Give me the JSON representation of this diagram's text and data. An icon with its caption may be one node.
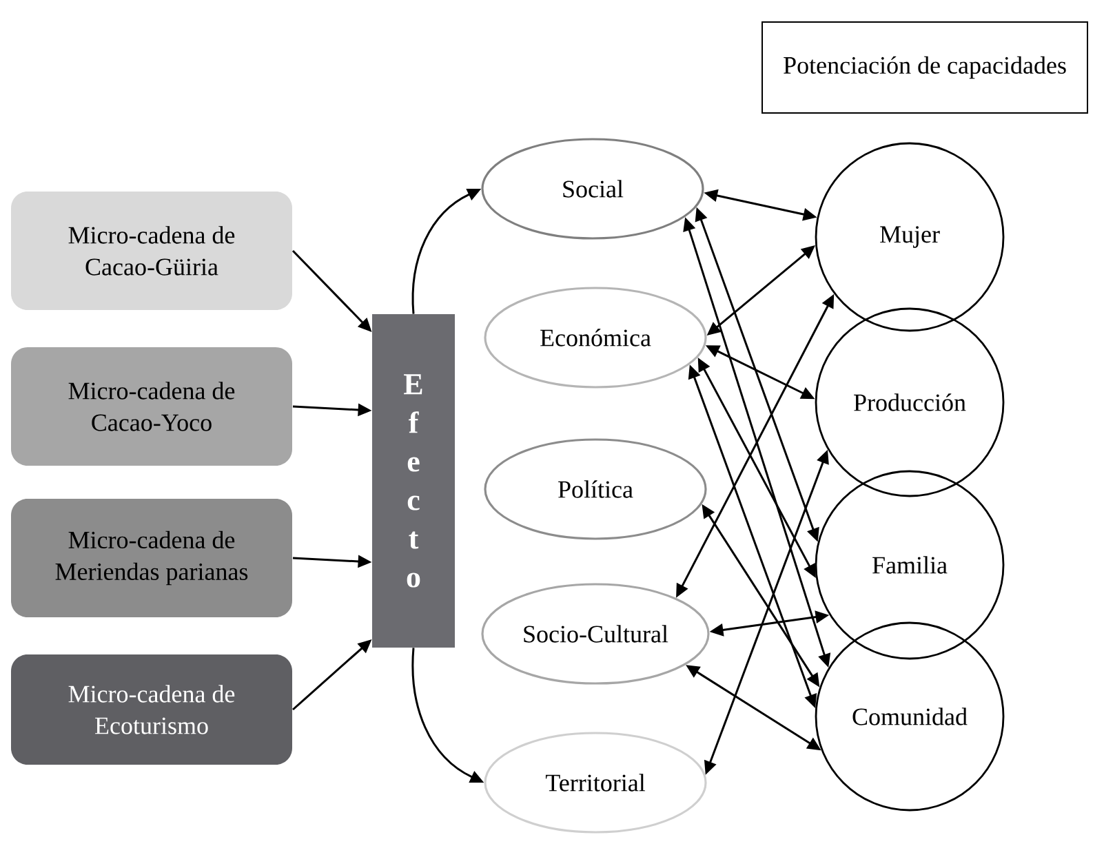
{
  "diagram": {
    "nodes": [
      {
        "text": [
          "Potenciación de capacidades"
        ]
      },
      {
        "text": [
          "Micro-cadena de Cacao-Güiria"
        ]
      },
      {
        "text": [
          "Micro-cadena de Cacao-Yoco"
        ]
      },
      {
        "text": [
          "Micro-cadena de Meriendas parianas"
        ]
      },
      {
        "text": [
          "Micro-cadena de Ecoturismo"
        ]
      },
      {
        "text": [
          "Efecto"
        ]
      },
      {
        "text": [
          "Social"
        ]
      },
      {
        "text": [
          "Económica"
        ]
      },
      {
        "text": [
          "Política"
        ]
      },
      {
        "text": [
          "Socio-Cultural"
        ]
      },
      {
        "text": [
          "Territorial"
        ]
      },
      {
        "text": [
          "Mujer"
        ]
      },
      {
        "text": [
          "Producción"
        ]
      },
      {
        "text": [
          "Familia"
        ]
      },
      {
        "text": [
          "Comunidad"
        ]
      }
    ],
    "edges": [
      {
        "from": 1,
        "to": 5,
        "arrow": "to"
      },
      {
        "from": 2,
        "to": 5,
        "arrow": "to"
      },
      {
        "from": 3,
        "to": 5,
        "arrow": "to"
      },
      {
        "from": 4,
        "to": 5,
        "arrow": "to"
      },
      {
        "from": 5,
        "to": 6,
        "arrow": "to"
      },
      {
        "from": 5,
        "to": 10,
        "arrow": "to"
      },
      {
        "from": 6,
        "to": 11,
        "arrow": "both"
      },
      {
        "from": 7,
        "to": 11,
        "arrow": "both"
      },
      {
        "from": 7,
        "to": 12,
        "arrow": "both"
      },
      {
        "from": 6,
        "to": 13,
        "arrow": "both"
      },
      {
        "from": 6,
        "to": 14,
        "arrow": "both"
      },
      {
        "from": 7,
        "to": 13,
        "arrow": "both"
      },
      {
        "from": 7,
        "to": 14,
        "arrow": "both"
      },
      {
        "from": 11,
        "to": 9,
        "arrow": "both"
      },
      {
        "from": 12,
        "to": 10,
        "arrow": "both"
      },
      {
        "from": 8,
        "to": 14,
        "arrow": "both"
      },
      {
        "from": 9,
        "to": 13,
        "arrow": "both"
      },
      {
        "from": 9,
        "to": 14,
        "arrow": "both"
      }
    ]
  }
}
